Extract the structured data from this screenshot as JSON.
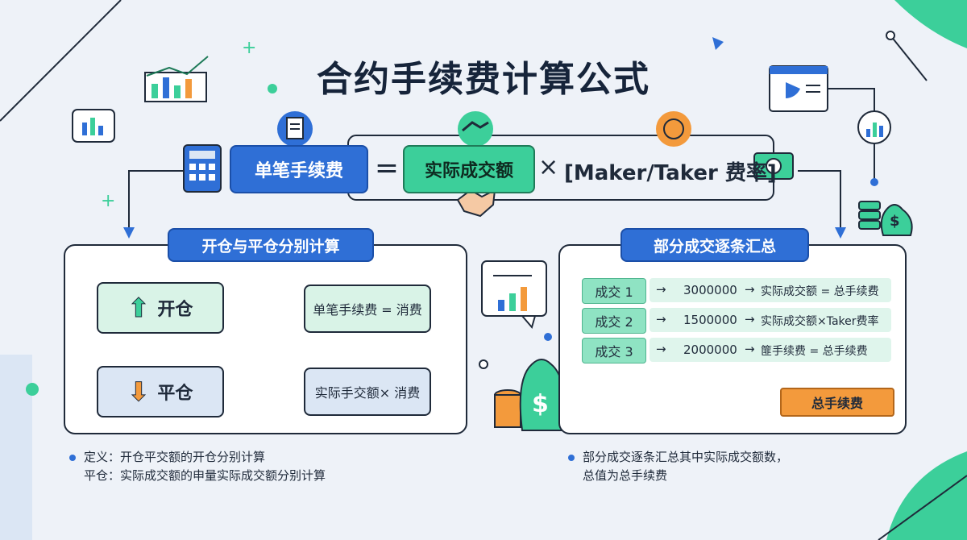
{
  "title": "合约手续费计算公式",
  "formula": {
    "lhs": "单笔手续费",
    "equals": "=",
    "amount": "实际成交额",
    "times": "×",
    "rate": "[Maker/Taker 费率]"
  },
  "left_panel": {
    "title": "开仓与平仓分别计算",
    "open": "开仓",
    "close": "平仓",
    "fee_box": "单笔手续费 = 消费",
    "amount_box": "实际手交额× 消费"
  },
  "right_panel": {
    "title": "部分成交逐条汇总",
    "rows": [
      {
        "label": "成交 1",
        "arrow": "→",
        "value": "3000000",
        "arrow2": "→",
        "result": "实际成交额 = 总手续费"
      },
      {
        "label": "成交 2",
        "arrow": "→",
        "value": "1500000",
        "arrow2": "→",
        "result": "实际成交额×Taker费率"
      },
      {
        "label": "成交 3",
        "arrow": "→",
        "value": "2000000",
        "arrow2": "→",
        "result": "篚手续费 = 总手续费"
      }
    ],
    "total": "总手续费"
  },
  "notes_left": [
    "定义：开仓平交额的开仓分别计算",
    "平仓：实际成交额的申量实际成交额分别计算"
  ],
  "notes_right": [
    "部分成交逐条汇总其中实际成交额数，",
    "总值为总手续费"
  ],
  "icons": {
    "dollar": "$"
  }
}
